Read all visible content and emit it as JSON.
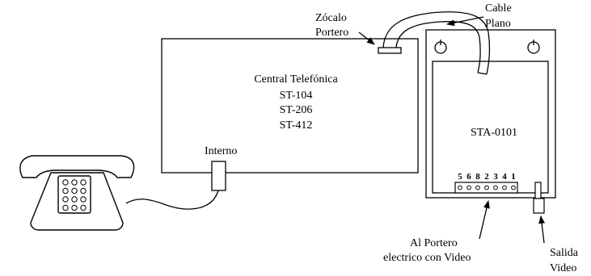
{
  "central": {
    "title": "Central Telefónica",
    "models": [
      "ST-104",
      "ST-206",
      "ST-412"
    ],
    "interno_label": "Interno"
  },
  "zocalo": {
    "line1": "Zócalo",
    "line2": "Portero"
  },
  "cable": {
    "line1": "Cable",
    "line2": "Plano"
  },
  "module": {
    "name": "STA-0101",
    "terminal_numbers": [
      "5",
      "6",
      "8",
      "2",
      "3",
      "4",
      "1"
    ]
  },
  "portero_label": {
    "line1": "Al Portero",
    "line2": "electrico con Video"
  },
  "salida_label": {
    "line1": "Salida",
    "line2": "Video"
  }
}
